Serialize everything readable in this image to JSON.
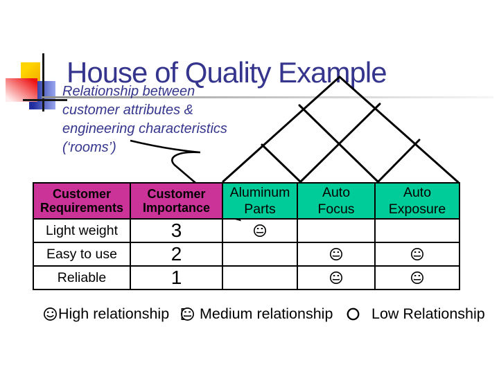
{
  "slide": {
    "title": "House of Quality Example",
    "callout_lines": [
      "Relationship between",
      "customer attributes &",
      "engineering characteristics",
      "(‘rooms’)"
    ],
    "table": {
      "corner_headers": [
        {
          "line1": "Customer",
          "line2": "Requirements"
        },
        {
          "line1": "Customer",
          "line2": "Importance"
        }
      ],
      "column_headers": [
        {
          "line1": "Aluminum",
          "line2": "Parts"
        },
        {
          "line1": "Auto",
          "line2": "Focus"
        },
        {
          "line1": "Auto",
          "line2": "Exposure"
        }
      ],
      "rows": [
        {
          "requirement": "Light weight",
          "importance": "3",
          "relationships": [
            "medium",
            "",
            ""
          ]
        },
        {
          "requirement": "Easy to use",
          "importance": "2",
          "relationships": [
            "",
            "medium",
            "medium"
          ]
        },
        {
          "requirement": "Reliable",
          "importance": "1",
          "relationships": [
            "",
            "medium",
            "medium"
          ]
        }
      ]
    },
    "legend": [
      {
        "icon": "smiley-face",
        "label": "High relationship"
      },
      {
        "icon": "neutral-face",
        "label": "Medium relationship"
      },
      {
        "icon": "open-circle",
        "label": "Low Relationship"
      }
    ],
    "colors": {
      "title_text": "#35358d",
      "row_header_bg": "#cc3399",
      "col_header_bg": "#00cc99",
      "line": "#000000"
    }
  }
}
